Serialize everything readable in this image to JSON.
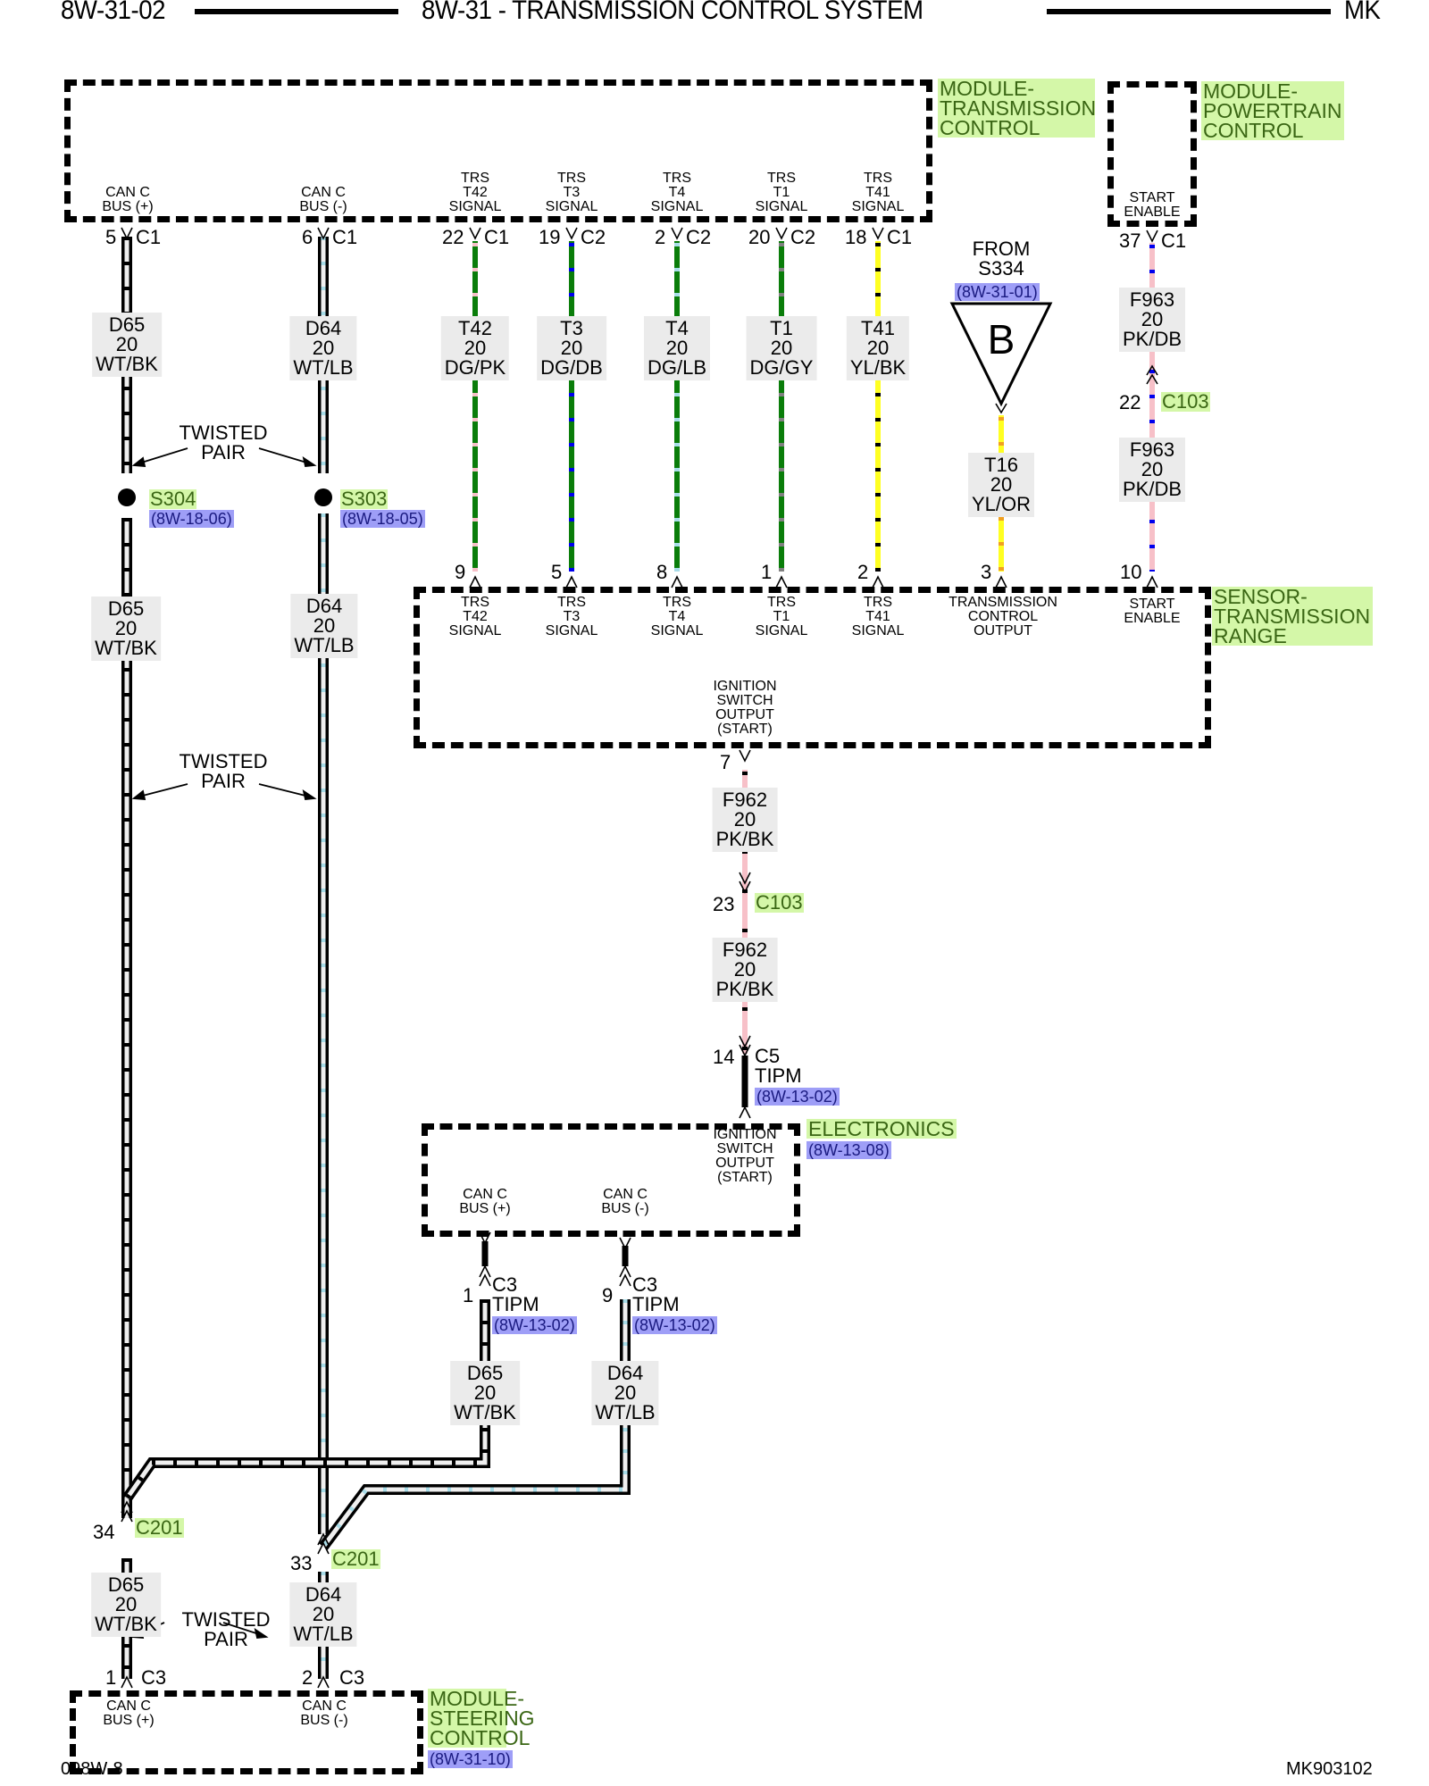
{
  "header": {
    "page_left": "8W-31-02",
    "title": "8W-31 - TRANSMISSION CONTROL SYSTEM",
    "page_right": "MK"
  },
  "footer": {
    "left": "098W-8",
    "right": "MK903102"
  },
  "colors": {
    "module_label_bg": "#d4f7a8",
    "module_label_fg": "#3a6614",
    "ref_bg": "#9e9ef7",
    "ref_fg": "#1a1a80",
    "wire_label_bg": "#ebebeb",
    "wire_dg": "#0a7d0a",
    "wire_yl": "#ffff22",
    "wire_pk": "#f7c0c8",
    "wire_db": "#0000ee",
    "wire_lb": "#a8dce8",
    "wire_gy": "#808080",
    "wire_or": "#f0a020",
    "wire_wt": "#efefef",
    "wire_bk": "#000000"
  },
  "modules": {
    "tcm": {
      "name": "MODULE-\nTRANSMISSION\nCONTROL"
    },
    "pcm": {
      "name": "MODULE-\nPOWERTRAIN\nCONTROL"
    },
    "trs": {
      "name": "SENSOR-\nTRANSMISSION\nRANGE"
    },
    "tipm": {
      "name": "ELECTRONICS",
      "ref": "(8W-13-08)"
    },
    "scm": {
      "name": "MODULE-\nSTEERING\nCONTROL",
      "ref": "(8W-31-10)"
    }
  },
  "tcm_pins": [
    {
      "label": "CAN C\nBUS (+)",
      "pin": "5",
      "conn": "C1"
    },
    {
      "label": "CAN C\nBUS (-)",
      "pin": "6",
      "conn": "C1"
    },
    {
      "label": "TRS\nT42\nSIGNAL",
      "pin": "22",
      "conn": "C1"
    },
    {
      "label": "TRS\nT3\nSIGNAL",
      "pin": "19",
      "conn": "C2"
    },
    {
      "label": "TRS\nT4\nSIGNAL",
      "pin": "2",
      "conn": "C2"
    },
    {
      "label": "TRS\nT1\nSIGNAL",
      "pin": "20",
      "conn": "C2"
    },
    {
      "label": "TRS\nT41\nSIGNAL",
      "pin": "18",
      "conn": "C1"
    }
  ],
  "pcm_pin": {
    "label": "START\nENABLE",
    "pin": "37",
    "conn": "C1"
  },
  "trs_pins": [
    {
      "label": "TRS\nT42\nSIGNAL",
      "pin": "9"
    },
    {
      "label": "TRS\nT3\nSIGNAL",
      "pin": "5"
    },
    {
      "label": "TRS\nT4\nSIGNAL",
      "pin": "8"
    },
    {
      "label": "TRS\nT1\nSIGNAL",
      "pin": "1"
    },
    {
      "label": "TRS\nT41\nSIGNAL",
      "pin": "2"
    },
    {
      "label": "TRANSMISSION\nCONTROL\nOUTPUT",
      "pin": "3"
    },
    {
      "label": "START\nENABLE",
      "pin": "10"
    },
    {
      "label": "IGNITION\nSWITCH\nOUTPUT\n(START)",
      "pin": "7"
    }
  ],
  "tipm_pins": [
    {
      "label": "IGNITION\nSWITCH\nOUTPUT\n(START)",
      "pin": "14",
      "conn": "C5",
      "conn_name": "TIPM",
      "ref": "(8W-13-02)"
    },
    {
      "label": "CAN C\nBUS (+)",
      "pin": "1",
      "conn": "C3",
      "conn_name": "TIPM",
      "ref": "(8W-13-02)"
    },
    {
      "label": "CAN C\nBUS (-)",
      "pin": "9",
      "conn": "C3",
      "conn_name": "TIPM",
      "ref": "(8W-13-02)"
    }
  ],
  "scm_pins": [
    {
      "label": "CAN C\nBUS (+)",
      "pin": "1",
      "conn": "C3"
    },
    {
      "label": "CAN C\nBUS (-)",
      "pin": "2",
      "conn": "C3"
    }
  ],
  "wires": {
    "d65_a": "D65\n20\nWT/BK",
    "d64_a": "D64\n20\nWT/LB",
    "d65_b": "D65\n20\nWT/BK",
    "d64_b": "D64\n20\nWT/LB",
    "t42": "T42\n20\nDG/PK",
    "t3": "T3\n20\nDG/DB",
    "t4": "T4\n20\nDG/LB",
    "t1": "T1\n20\nDG/GY",
    "t41": "T41\n20\nYL/BK",
    "t16": "T16\n20\nYL/OR",
    "f963_a": "F963\n20\nPK/DB",
    "f963_b": "F963\n20\nPK/DB",
    "f962_a": "F962\n20\nPK/BK",
    "f962_b": "F962\n20\nPK/BK",
    "d65_c": "D65\n20\nWT/BK",
    "d64_c": "D64\n20\nWT/LB",
    "d65_d": "D65\n20\nWT/BK",
    "d64_d": "D64\n20\nWT/LB"
  },
  "splices": [
    {
      "id": "S304",
      "ref": "(8W-18-06)"
    },
    {
      "id": "S303",
      "ref": "(8W-18-05)"
    }
  ],
  "inline_connectors": {
    "c103_f963": {
      "pin": "22",
      "id": "C103"
    },
    "c103_f962": {
      "pin": "23",
      "id": "C103"
    },
    "c201_d65": {
      "pin": "34",
      "id": "C201"
    },
    "c201_d64": {
      "pin": "33",
      "id": "C201"
    }
  },
  "offpage": {
    "from": "FROM\nS334",
    "ref": "(8W-31-01)",
    "letter": "B"
  },
  "twisted_pair": "TWISTED\nPAIR"
}
